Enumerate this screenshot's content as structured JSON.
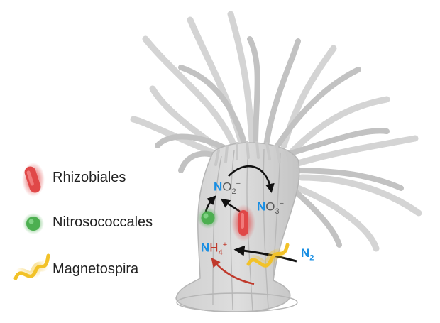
{
  "legend": [
    {
      "label": "Rhizobiales",
      "color": "#e04848",
      "icon": "rod-bacterium-icon"
    },
    {
      "label": "Nitrosococcales",
      "color": "#4caf50",
      "icon": "coccus-bacterium-icon"
    },
    {
      "label": "Magnetospira",
      "color": "#f2c228",
      "icon": "spirillum-bacterium-icon"
    }
  ],
  "compounds": {
    "nitrite": {
      "lead": "N",
      "rest": "O",
      "sub": "2",
      "sup": "−"
    },
    "nitrate": {
      "lead": "N",
      "rest": "O",
      "sub": "3",
      "sup": "−"
    },
    "ammonium": {
      "lead": "N",
      "rest": "H",
      "sub": "4",
      "sup": "+"
    },
    "dinitrogen": {
      "lead": "N",
      "sub": "2"
    }
  },
  "colors": {
    "nitrogen_blue": "#1a8fe3",
    "ammonium_red": "#c0392b",
    "arrow_black": "#111111",
    "anemone_gray": "#c9c9c9"
  }
}
